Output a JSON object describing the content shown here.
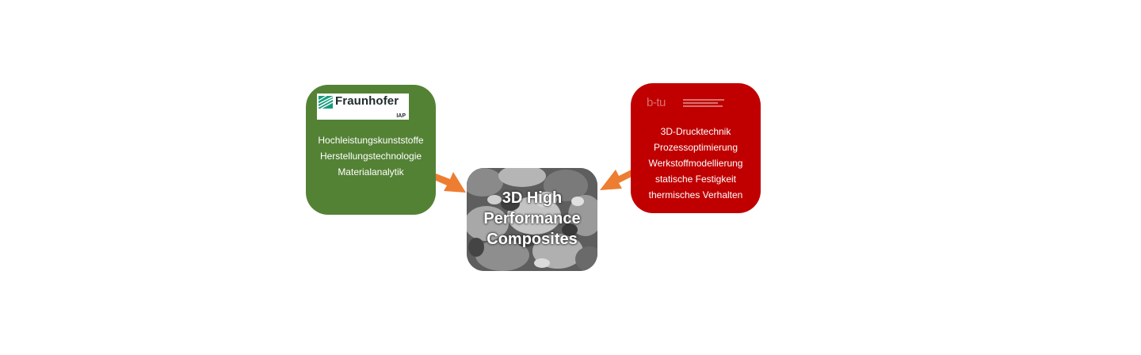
{
  "left_box": {
    "logo": {
      "name": "Fraunhofer",
      "sub": "IAP"
    },
    "items": [
      "Hochleistungskunststoffe",
      "Herstellungstechnologie",
      "Materialanalytik"
    ],
    "color": "#548235"
  },
  "center_box": {
    "title_lines": [
      "3D High",
      "Performance",
      "Composites"
    ]
  },
  "right_box": {
    "logo": {
      "name": "b-tu"
    },
    "items": [
      "3D-Drucktechnik",
      "Prozessoptimierung",
      "Werkstoffmodellierung",
      "statische Festigkeit",
      "thermisches Verhalten"
    ],
    "color": "#c00000"
  },
  "arrow_color": "#ed7d31"
}
